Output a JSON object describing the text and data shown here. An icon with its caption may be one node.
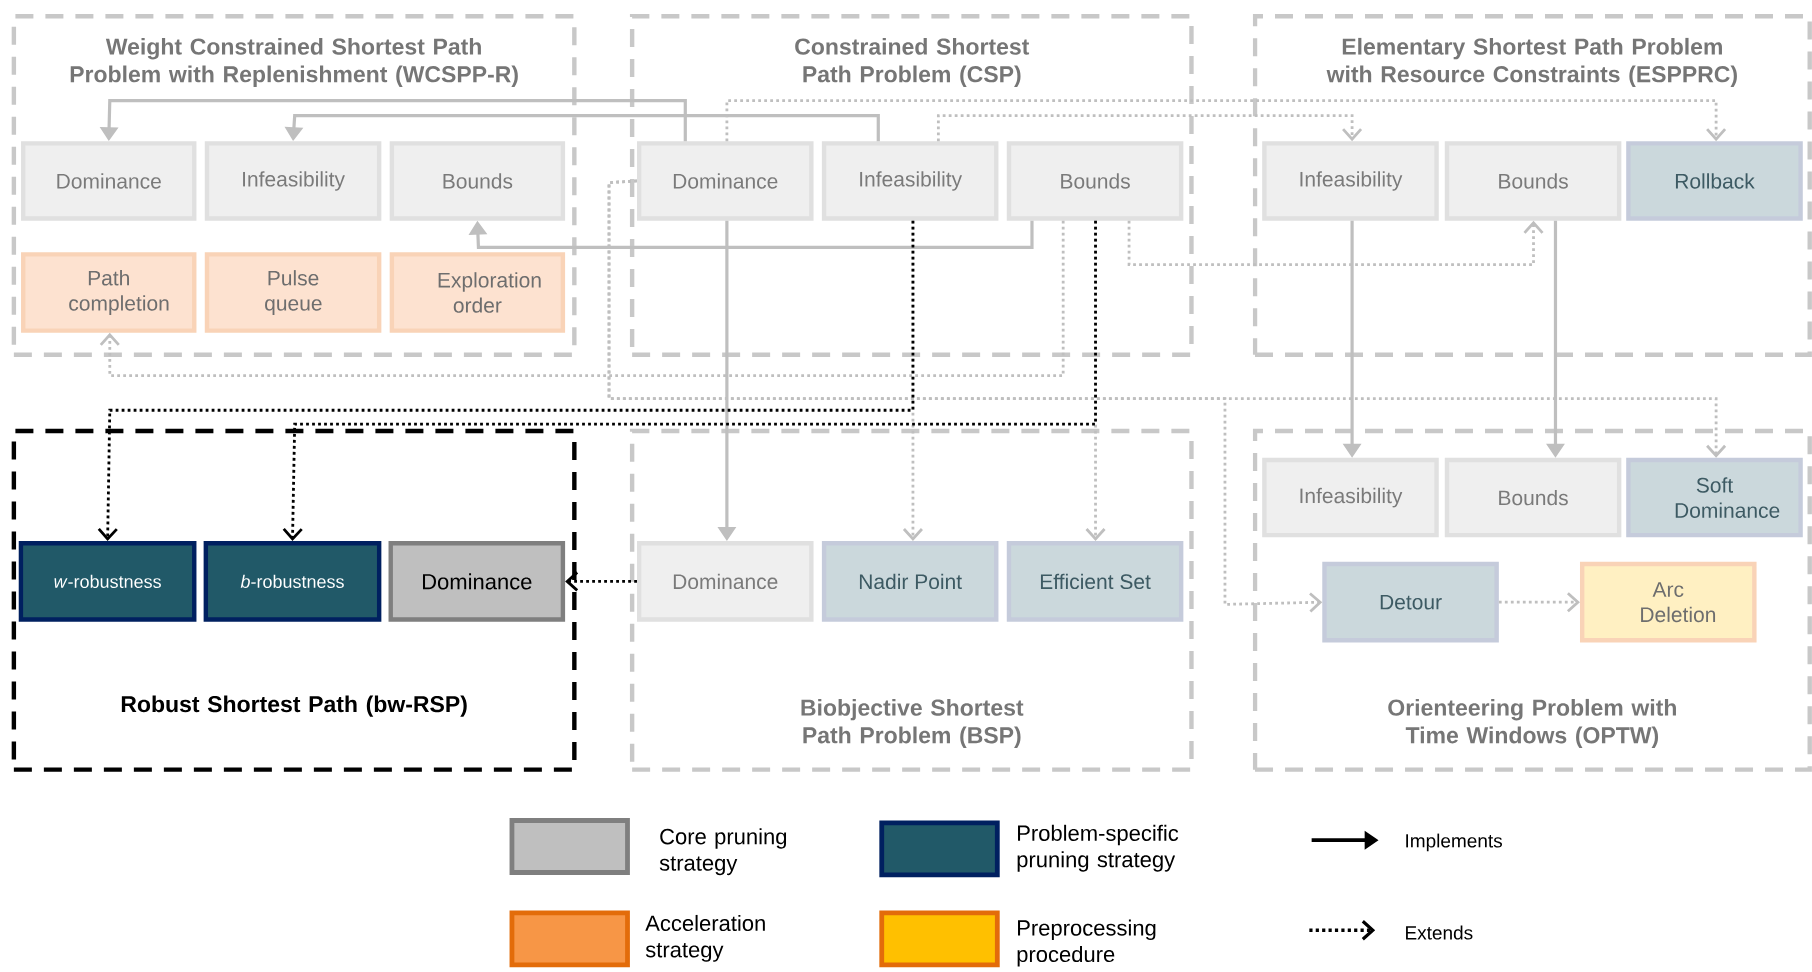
{
  "diagram": {
    "nodes": [
      {
        "text": [
          "Weight Constrained Shortest Path Problem with Replenishment (WCSPP-R)"
        ]
      },
      {
        "text": [
          "Dominance"
        ],
        "in": 0
      },
      {
        "text": [
          "Infeasibility"
        ],
        "in": 0
      },
      {
        "text": [
          "Bounds"
        ],
        "in": 0
      },
      {
        "text": [
          "Path completion"
        ],
        "in": 0
      },
      {
        "text": [
          "Pulse queue"
        ],
        "in": 0
      },
      {
        "text": [
          "Exploration order"
        ],
        "in": 0
      },
      {
        "text": [
          "Constrained Shortest Path Problem (CSP)"
        ]
      },
      {
        "text": [
          "Dominance"
        ],
        "in": 7
      },
      {
        "text": [
          "Infeasibility"
        ],
        "in": 7
      },
      {
        "text": [
          "Bounds"
        ],
        "in": 7
      },
      {
        "text": [
          "Elementary Shortest Path Problem with Resource Constraints (ESPPRC)"
        ]
      },
      {
        "text": [
          "Infeasibility"
        ],
        "in": 11
      },
      {
        "text": [
          "Bounds"
        ],
        "in": 11
      },
      {
        "text": [
          "Rollback"
        ],
        "in": 11
      },
      {
        "text": [
          "Robust Shortest Path (bw-RSP)"
        ]
      },
      {
        "text": [
          "*w*-robustness"
        ],
        "in": 15
      },
      {
        "text": [
          "*b*-robustness"
        ],
        "in": 15
      },
      {
        "text": [
          "Dominance"
        ],
        "in": 15
      },
      {
        "text": [
          "Biobjective Shortest Path Problem (BSP)"
        ]
      },
      {
        "text": [
          "Dominance"
        ],
        "in": 19
      },
      {
        "text": [
          "Nadir Point"
        ],
        "in": 19
      },
      {
        "text": [
          "Efficient Set"
        ],
        "in": 19
      },
      {
        "text": [
          "Orienteering Problem with Time Windows (OPTW)"
        ]
      },
      {
        "text": [
          "Infeasibility"
        ],
        "in": 23
      },
      {
        "text": [
          "Bounds"
        ],
        "in": 23
      },
      {
        "text": [
          "Soft Dominance"
        ],
        "in": 23
      },
      {
        "text": [
          "Detour"
        ],
        "in": 23
      },
      {
        "text": [
          "Arc Deletion"
        ],
        "in": 23
      }
    ],
    "edges": [
      {
        "from": 8,
        "to": 1,
        "arrow": "to"
      },
      {
        "from": 9,
        "to": 2,
        "arrow": "to"
      },
      {
        "from": 10,
        "to": 3,
        "arrow": "to"
      },
      {
        "from": 8,
        "to": 20,
        "arrow": "to"
      },
      {
        "from": 8,
        "to": 14,
        "arrow": "to",
        "style": "dashed"
      },
      {
        "from": 9,
        "to": 12,
        "arrow": "to",
        "style": "dashed"
      },
      {
        "from": 10,
        "to": 13,
        "arrow": "to",
        "style": "dashed"
      },
      {
        "from": 10,
        "to": 4,
        "arrow": "to",
        "style": "dashed"
      },
      {
        "from": 9,
        "to": 21,
        "arrow": "to",
        "style": "dashed"
      },
      {
        "from": 10,
        "to": 22,
        "arrow": "to",
        "style": "dashed"
      },
      {
        "from": 12,
        "to": 24,
        "arrow": "to"
      },
      {
        "from": 13,
        "to": 25,
        "arrow": "to"
      },
      {
        "from": 8,
        "to": 26,
        "arrow": "to",
        "style": "dashed"
      },
      {
        "from": 8,
        "to": 27,
        "arrow": "to",
        "style": "dashed"
      },
      {
        "from": 9,
        "to": 16,
        "arrow": "to",
        "style": "dashed",
        "color": "#000000"
      },
      {
        "from": 10,
        "to": 17,
        "arrow": "to",
        "style": "dashed",
        "color": "#000000"
      },
      {
        "from": 20,
        "to": 18,
        "arrow": "to",
        "style": "dashed",
        "color": "#000000"
      },
      {
        "from": 27,
        "to": 28,
        "arrow": "to",
        "style": "dashed"
      }
    ],
    "legend": [
      {
        "text": "Core pruning strategy",
        "color": "#bfbfbf"
      },
      {
        "text": "Problem-specific pruning strategy",
        "color": "#215968"
      },
      {
        "text": "Acceleration strategy",
        "color": "#f79646"
      },
      {
        "text": "Preprocessing procedure",
        "color": "#ffc000"
      },
      {
        "text": "Implements"
      },
      {
        "text": "Extends"
      }
    ]
  }
}
